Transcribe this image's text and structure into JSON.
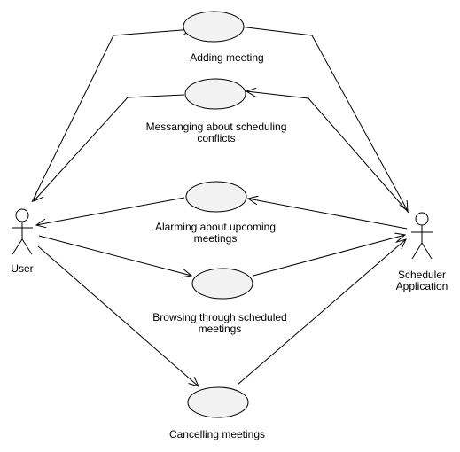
{
  "actors": {
    "user": {
      "label": "User"
    },
    "scheduler": {
      "label_lines": [
        "Scheduler",
        "Application"
      ]
    }
  },
  "use_cases": {
    "adding": {
      "label_lines": [
        "Adding meeting"
      ]
    },
    "messaging": {
      "label_lines": [
        "Messanging about scheduling",
        "conflicts"
      ]
    },
    "alarming": {
      "label_lines": [
        "Alarming about upcoming",
        "meetings"
      ]
    },
    "browsing": {
      "label_lines": [
        "Browsing through scheduled",
        "meetings"
      ]
    },
    "cancelling": {
      "label_lines": [
        "Cancelling meetings"
      ]
    }
  },
  "colors": {
    "ellipse_fill": "#f2f2f2",
    "stroke": "#000000",
    "background": "#ffffff"
  }
}
